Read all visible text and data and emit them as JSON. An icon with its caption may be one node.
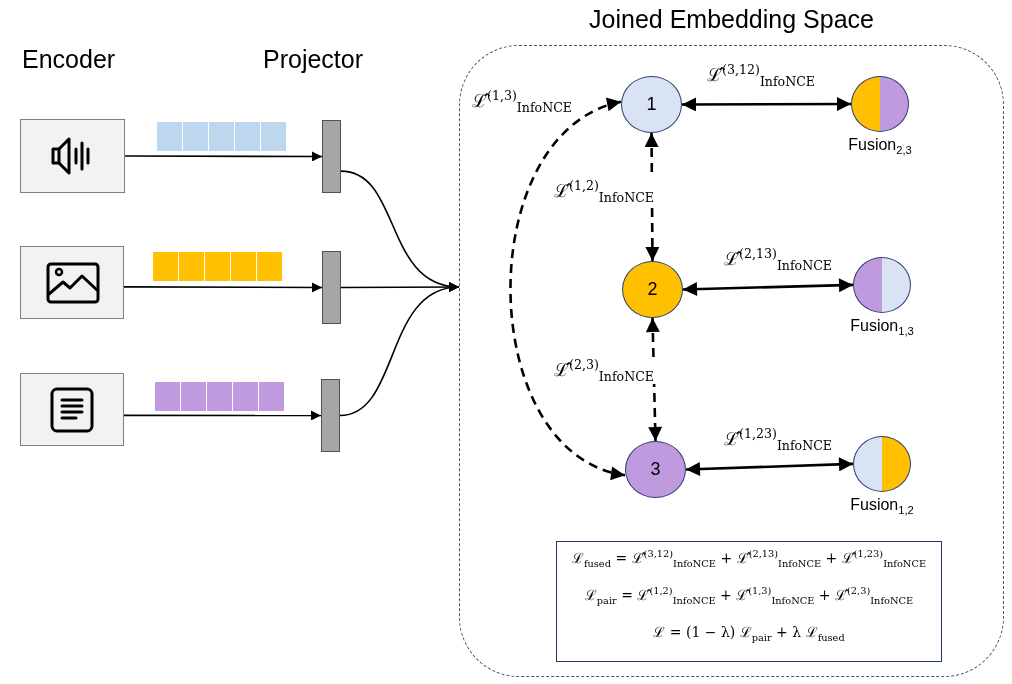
{
  "diagram": {
    "nodes": [
      {
        "text": [],
        "shape": "box"
      },
      {
        "text": [],
        "shape": "box"
      },
      {
        "text": [],
        "shape": "box"
      },
      {
        "text": [],
        "shape": "bar"
      },
      {
        "text": [],
        "shape": "bar"
      },
      {
        "text": [],
        "shape": "bar"
      },
      {
        "text": [
          "Joined Embedding Space"
        ]
      },
      {
        "text": [
          "1"
        ],
        "in": 6
      },
      {
        "text": [],
        "shape": "circle",
        "beside": [
          "Fusion$_{2,3}$"
        ],
        "in": 6
      },
      {
        "text": [
          "2"
        ],
        "in": 6
      },
      {
        "text": [],
        "shape": "circle",
        "beside": [
          "Fusion$_{1,3}$"
        ],
        "in": 6
      },
      {
        "text": [
          "3"
        ],
        "in": 6
      },
      {
        "text": [],
        "shape": "circle",
        "beside": [
          "Fusion$_{1,2}$"
        ],
        "in": 6
      },
      {
        "text": [
          "ℒ$_{fused}$ = ℒ̂$^{(3,12)}$$_{InfoNCE}$ + ℒ̂$^{(2,13)}$$_{InfoNCE}$ + ℒ̂$^{(1,23)}$$_{InfoNCE}$",
          "ℒ$_{pair}$ = ℒ̂$^{(1,2)}$$_{InfoNCE}$ + ℒ̂$^{(1,3)}$$_{InfoNCE}$ + ℒ̂$^{(2,3)}$$_{InfoNCE}$",
          "ℒ = (1 − λ) ℒ$_{pair}$ + λ ℒ$_{fused}$"
        ],
        "in": 6
      }
    ],
    "edges": [
      {
        "from": 0,
        "to": 3,
        "arrow": "to"
      },
      {
        "from": 1,
        "to": 4,
        "arrow": "to"
      },
      {
        "from": 2,
        "to": 5,
        "arrow": "to"
      },
      {
        "from": 3,
        "to": 6,
        "arrow": "to"
      },
      {
        "from": 4,
        "to": 6,
        "arrow": "to"
      },
      {
        "from": 5,
        "to": 6,
        "arrow": "to"
      },
      {
        "from": 7,
        "to": 8,
        "arrow": "both",
        "label": "ℒ̂$^{(3,12)}$$_{InfoNCE}$"
      },
      {
        "from": 7,
        "to": 11,
        "arrow": "both",
        "style": "dashed",
        "label": "ℒ̂$^{(1,3)}$$_{InfoNCE}$"
      },
      {
        "from": 7,
        "to": 9,
        "arrow": "both",
        "style": "dashed",
        "label": "ℒ̂$^{(1,2)}$$_{InfoNCE}$"
      },
      {
        "from": 9,
        "to": 10,
        "arrow": "both",
        "label": "ℒ̂$^{(2,13)}$$_{InfoNCE}$"
      },
      {
        "from": 9,
        "to": 11,
        "arrow": "both",
        "style": "dashed",
        "label": "ℒ̂$^{(2,3)}$$_{InfoNCE}$"
      },
      {
        "from": 11,
        "to": 12,
        "arrow": "both",
        "label": "ℒ̂$^{(1,23)}$$_{InfoNCE}$"
      }
    ],
    "labels": [
      "Encoder",
      "Projector"
    ]
  }
}
